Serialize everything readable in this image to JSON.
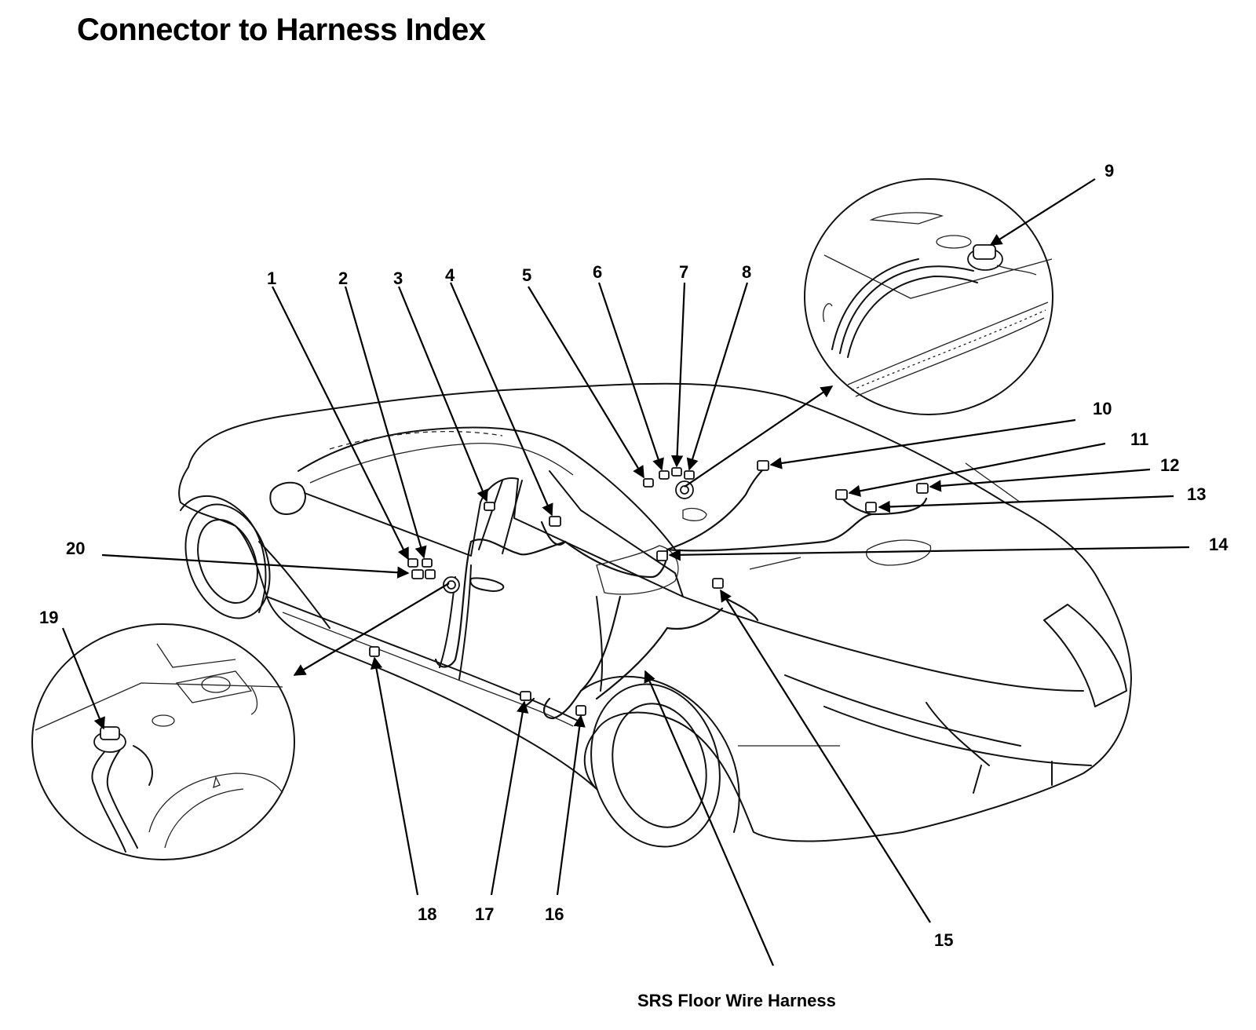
{
  "title": "Connector to Harness Index",
  "harness_label": "SRS Floor Wire Harness",
  "callouts": [
    "1",
    "2",
    "3",
    "4",
    "5",
    "6",
    "7",
    "8",
    "9",
    "10",
    "11",
    "12",
    "13",
    "14",
    "15",
    "16",
    "17",
    "18",
    "19",
    "20"
  ]
}
